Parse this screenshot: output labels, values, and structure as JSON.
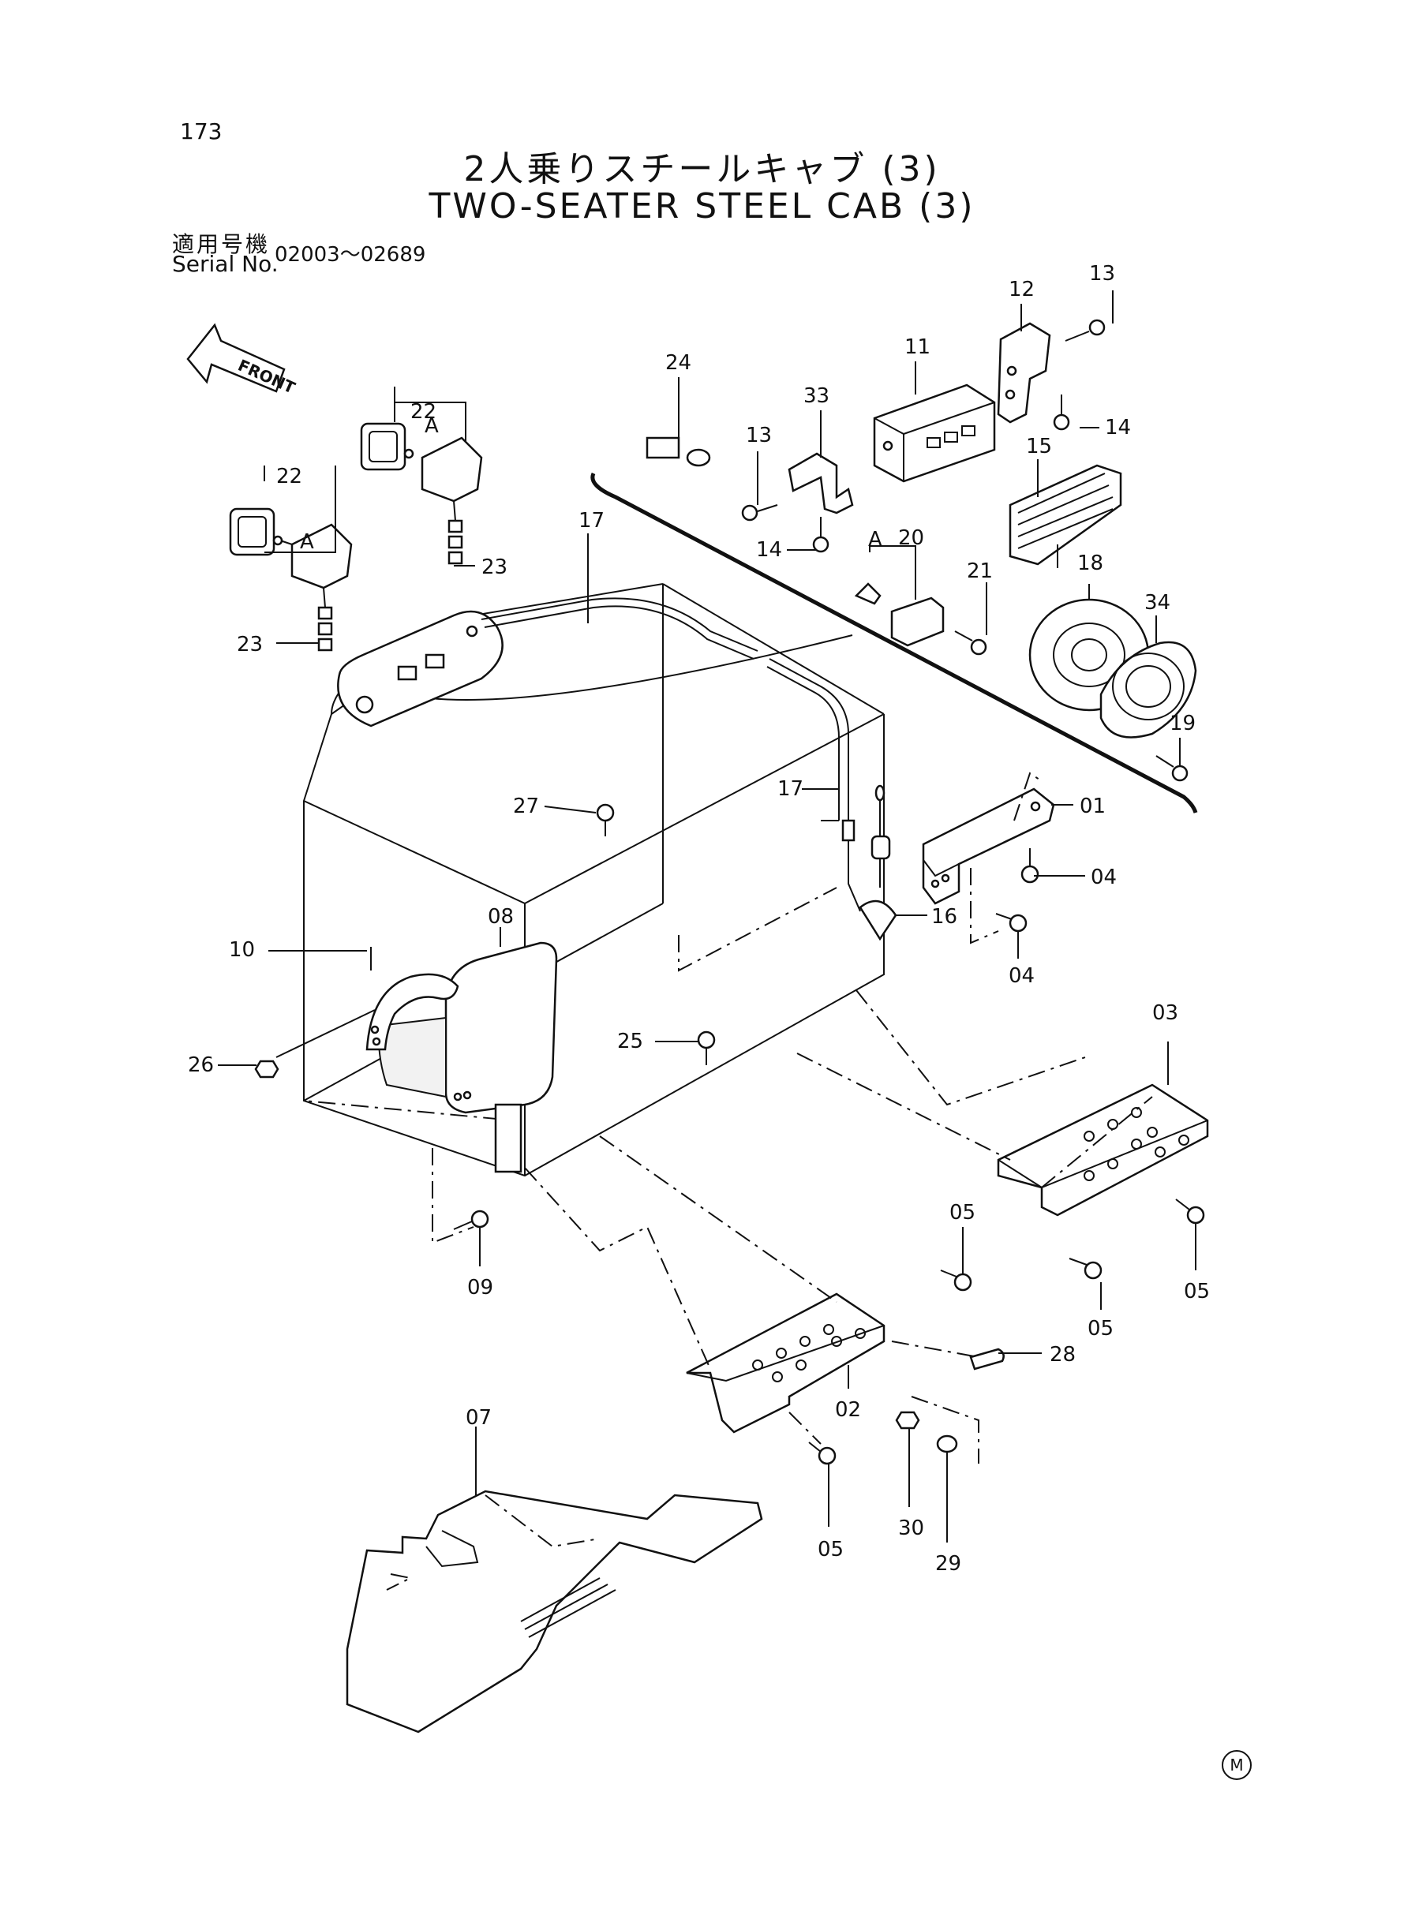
{
  "page_number": "173",
  "title_jp": "2人乗りスチールキャブ (3)",
  "title_en": "TWO-SEATER STEEL CAB (3)",
  "serial_label_jp": "適用号機",
  "serial_label_en": "Serial No.",
  "serial_range": "02003～02689",
  "front_label": "FRONT",
  "detail_marker": "A",
  "manufacturer_mark": "M",
  "callouts": {
    "c01": "01",
    "c02": "02",
    "c03": "03",
    "c04a": "04",
    "c04b": "04",
    "c05a": "05",
    "c05b": "05",
    "c05c": "05",
    "c05d": "05",
    "c07": "07",
    "c08": "08",
    "c09": "09",
    "c10": "10",
    "c11": "11",
    "c12": "12",
    "c13a": "13",
    "c13b": "13",
    "c14a": "14",
    "c14b": "14",
    "c15": "15",
    "c16": "16",
    "c17a": "17",
    "c17b": "17",
    "c18": "18",
    "c19": "19",
    "c20": "20",
    "c21": "21",
    "c22a": "22",
    "c22b": "22",
    "c23a": "23",
    "c23b": "23",
    "c24": "24",
    "c25": "25",
    "c26": "26",
    "c27": "27",
    "c28": "28",
    "c29": "29",
    "c30": "30",
    "c33": "33",
    "c34": "34"
  }
}
